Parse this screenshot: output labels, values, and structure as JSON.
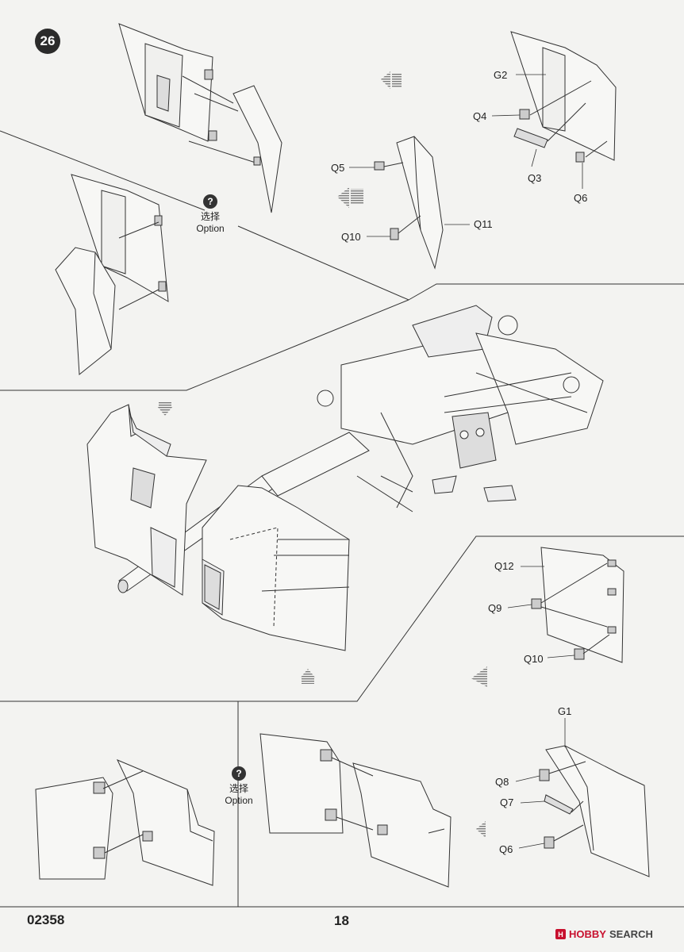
{
  "page": {
    "step_number": "26",
    "doc_code": "02358",
    "page_number": "18"
  },
  "option_label_cn": "选择",
  "option_label_en": "Option",
  "parts": {
    "g2": "G2",
    "q4": "Q4",
    "q3": "Q3",
    "q6_top": "Q6",
    "q5": "Q5",
    "q10_top": "Q10",
    "q11": "Q11",
    "q12": "Q12",
    "q9": "Q9",
    "q10_mid": "Q10",
    "g1": "G1",
    "q8": "Q8",
    "q7": "Q7",
    "q6_bottom": "Q6"
  },
  "watermark": {
    "logo_glyph": "H",
    "brand_colored": "HOBBY",
    "brand_rest": "SEARCH",
    "accent": "#c8102e"
  },
  "colors": {
    "line": "#333333",
    "panel_fill": "#f7f7f5",
    "arrow": "#8a8a8a"
  }
}
